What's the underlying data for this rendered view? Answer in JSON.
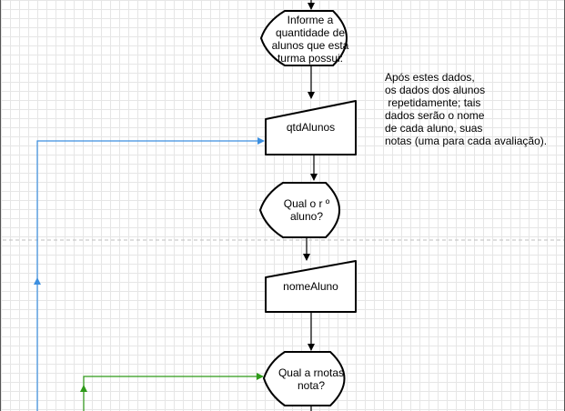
{
  "nodes": {
    "display_qtd": {
      "text": "Informe a\nquantidade de\nalunos que esta\nturma possui:"
    },
    "input_qtd": {
      "text": "qtdAlunos"
    },
    "display_nome": {
      "text": "Qual o r º\naluno?"
    },
    "input_nome": {
      "text": "nomeAluno"
    },
    "display_notas": {
      "text": "Qual a rnotas\nnota?"
    }
  },
  "note": {
    "text": "Após estes dados,\nos dados dos alunos\n repetidamente; tais\ndados serão o nome\nde cada aluno, suas\nnotas (uma para cada avaliação)."
  },
  "colors": {
    "blue_loop": "#3c8fe0",
    "green_loop": "#2e9a19",
    "stroke": "#000000",
    "page_break": "#bdbdbd"
  }
}
